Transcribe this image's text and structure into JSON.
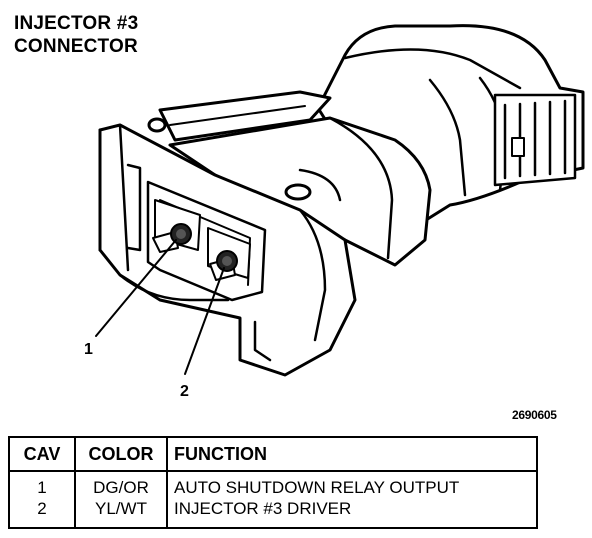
{
  "title": {
    "line1": "INJECTOR #3",
    "line2": "CONNECTOR"
  },
  "figure_id": "2690605",
  "callouts": [
    "1",
    "2"
  ],
  "table": {
    "headers": [
      "CAV",
      "COLOR",
      "FUNCTION"
    ],
    "rows": [
      {
        "cav": "1",
        "color": "DG/OR",
        "function": "AUTO SHUTDOWN RELAY OUTPUT"
      },
      {
        "cav": "2",
        "color": "YL/WT",
        "function": "INJECTOR #3 DRIVER"
      }
    ]
  }
}
